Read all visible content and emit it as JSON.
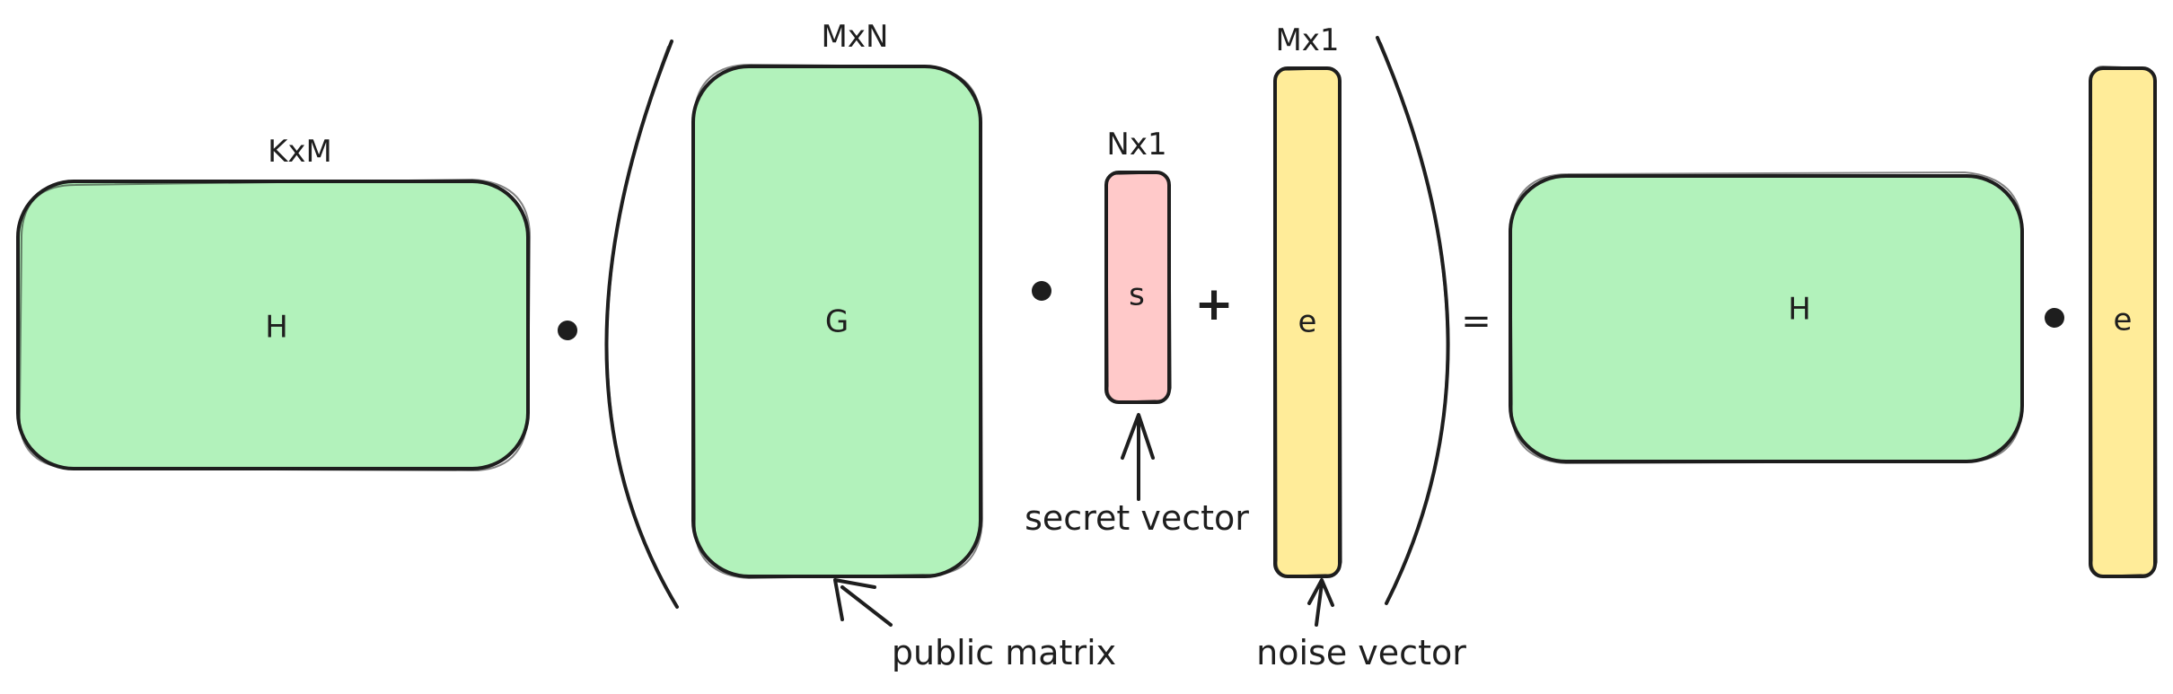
{
  "colors": {
    "green": "#b2f2bb",
    "red": "#ffc9c9",
    "yellow": "#ffec99",
    "stroke": "#1e1e1e"
  },
  "dims": {
    "kxm": "KxM",
    "mxn": "MxN",
    "nx1": "Nx1",
    "mx1": "Mx1"
  },
  "vars": {
    "h_left": "H",
    "g": "G",
    "s": "s",
    "e_left": "e",
    "h_right": "H",
    "e_right": "e"
  },
  "ops": {
    "plus": "+",
    "equals": "="
  },
  "annotations": {
    "secret_vector": "secret vector",
    "public_matrix": "public matrix",
    "noise_vector": "noise vector"
  }
}
